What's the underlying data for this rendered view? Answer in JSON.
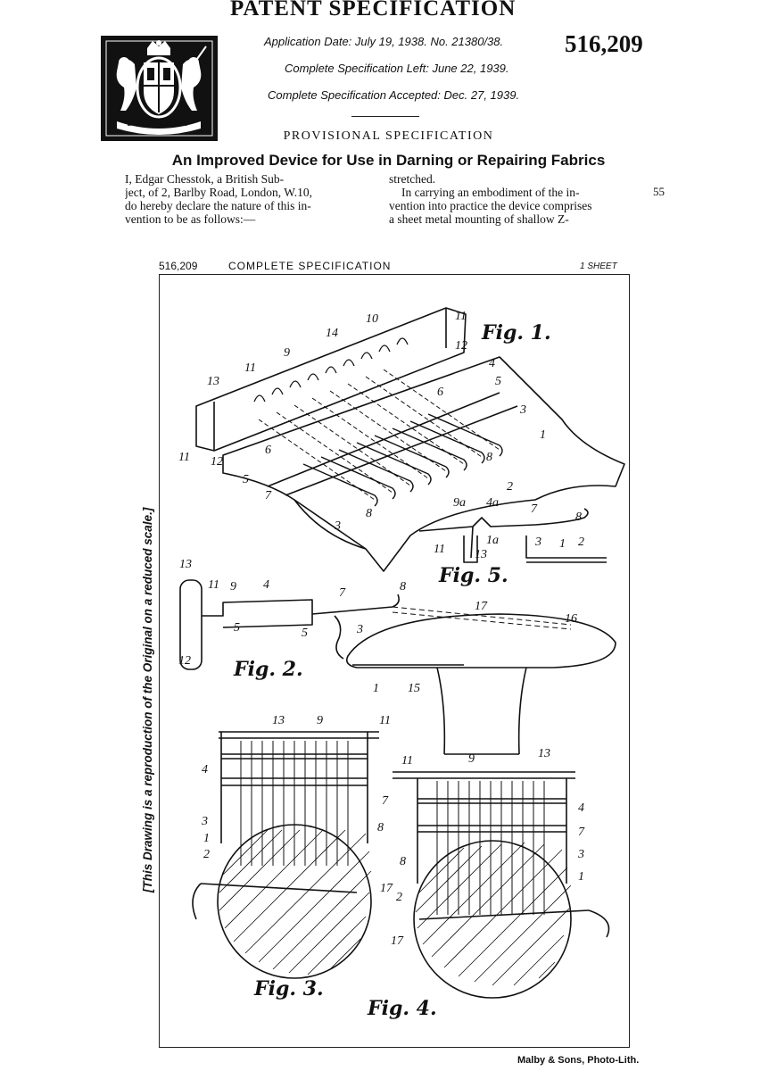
{
  "header": {
    "title": "PATENT SPECIFICATION",
    "application_date": "Application Date: July 19, 1938.   No. 21380/38.",
    "complete_left": "Complete Specification Left: June 22, 1939.",
    "complete_accepted": "Complete Specification Accepted: Dec. 27, 1939.",
    "patent_number": "516,209"
  },
  "provisional": {
    "heading": "Provisional Specification",
    "title": "An Improved Device for Use in Darning or Repairing Fabrics",
    "left_lines": [
      "I, Edgar Chesstok, a British Sub-",
      "ject, of 2, Barlby Road, London, W.10,",
      "do hereby declare the nature of this in-",
      "vention to be as follows:—"
    ],
    "right_lines": [
      "stretched.",
      "In carrying an embodiment of the in-",
      "vention into practice the device comprises",
      "a sheet metal mounting of shallow Z-"
    ],
    "margin_number": "55"
  },
  "drawing_sheet": {
    "number": "516,209",
    "label": "COMPLETE SPECIFICATION",
    "sheets": "1 SHEET",
    "side_note": "[This Drawing is a reproduction of the Original on a reduced scale.]",
    "figures": {
      "fig1": "Fig. 1.",
      "fig2": "Fig. 2.",
      "fig3": "Fig. 3.",
      "fig4": "Fig. 4.",
      "fig5": "Fig. 5."
    },
    "refs_fig1": [
      "11",
      "10",
      "14",
      "12",
      "9",
      "4",
      "13",
      "11",
      "6",
      "5",
      "3",
      "1",
      "11",
      "12",
      "6",
      "8",
      "5",
      "7",
      "2",
      "8",
      "3"
    ],
    "refs_fig5": [
      "9a",
      "4a",
      "7",
      "8",
      "11",
      "1a",
      "13",
      "3",
      "1",
      "2"
    ],
    "refs_fig2": [
      "13",
      "11",
      "9",
      "4",
      "7",
      "8",
      "17",
      "16",
      "5",
      "5",
      "3",
      "12",
      "1",
      "15"
    ],
    "refs_fig3": [
      "13",
      "9",
      "11",
      "4",
      "7",
      "3",
      "1",
      "8",
      "2",
      "17"
    ],
    "refs_fig4": [
      "11",
      "9",
      "13",
      "4",
      "7",
      "3",
      "8",
      "1",
      "2",
      "17"
    ]
  },
  "printer": "Malby & Sons, Photo-Lith."
}
